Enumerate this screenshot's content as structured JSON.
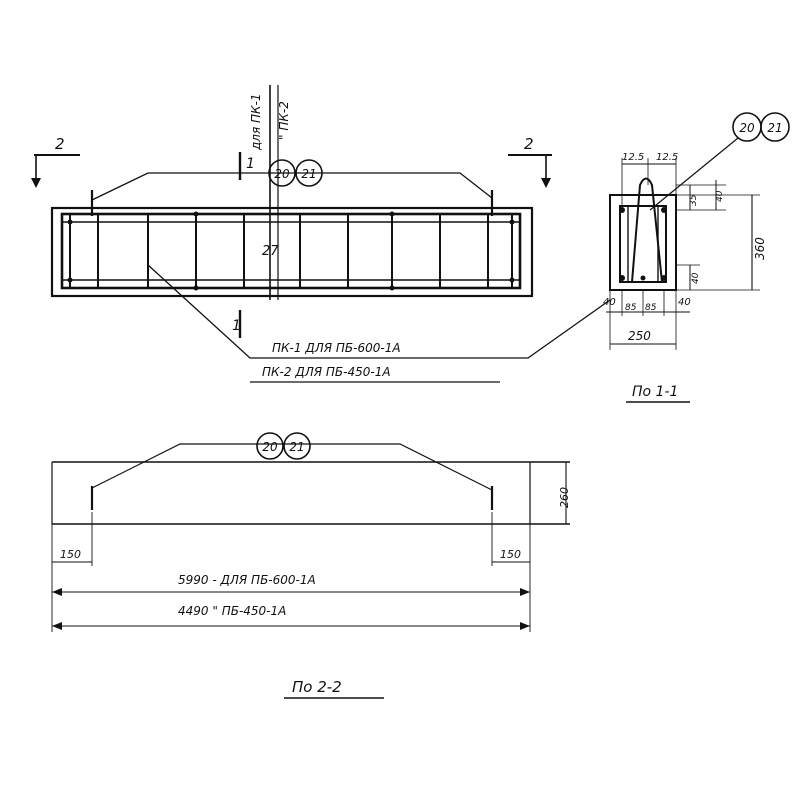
{
  "plan": {
    "section_mark_left": "2",
    "section_mark_right": "2",
    "section_cut_top": "1",
    "section_cut_bottom": "1",
    "bubble_a": "20",
    "bubble_b": "21",
    "vertical_note_a": "для ПК-1",
    "vertical_note_b": "\" ПК-2",
    "center_mark": "27",
    "label_line_1": "ПК-1 ДЛЯ ПБ-600-1А",
    "label_line_2": "ПК-2 ДЛЯ ПБ-450-1А"
  },
  "section_1_1": {
    "bubble_a": "20",
    "bubble_b": "21",
    "dim_top_left": "12.5",
    "dim_top_right": "12.5",
    "dim_right_a": "35",
    "dim_right_b": "40",
    "dim_right_c": "40",
    "dim_height": "360",
    "dim_bottom_1": "40",
    "dim_bottom_2": "85",
    "dim_bottom_3": "85",
    "dim_bottom_4": "40",
    "dim_width": "250",
    "caption": "По 1-1"
  },
  "elevation": {
    "bubble_a": "20",
    "bubble_b": "21",
    "dim_height": "260",
    "dim_left": "150",
    "dim_right": "150",
    "length_1": "5990 - ДЛЯ ПБ-600-1А",
    "length_2": "4490  \"  ПБ-450-1А",
    "caption": "По 2-2"
  }
}
